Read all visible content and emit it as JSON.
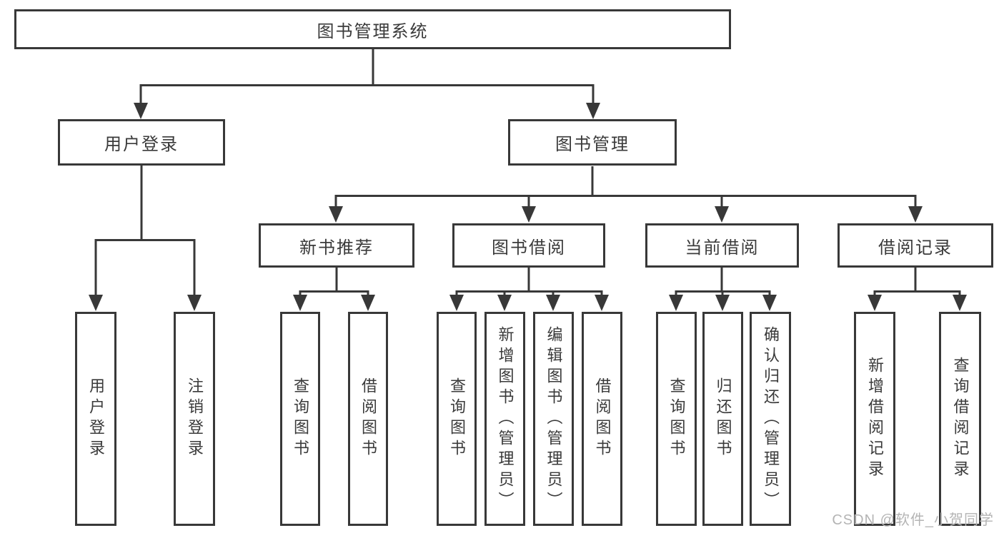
{
  "tree": {
    "root": {
      "label": "图书管理系统"
    },
    "branches": [
      {
        "label": "用户登录",
        "children": [
          "用户登录",
          "注销登录"
        ]
      },
      {
        "label": "图书管理",
        "sections": [
          {
            "label": "新书推荐",
            "children": [
              "查询图书",
              "借阅图书"
            ]
          },
          {
            "label": "图书借阅",
            "children": [
              "查询图书",
              "新增图书（管理员）",
              "编辑图书（管理员）",
              "借阅图书"
            ]
          },
          {
            "label": "当前借阅",
            "children": [
              "查询图书",
              "归还图书",
              "确认归还（管理员）"
            ]
          },
          {
            "label": "借阅记录",
            "children": [
              "新增借阅记录",
              "查询借阅记录"
            ]
          }
        ]
      }
    ]
  },
  "watermark": "CSDN @软件_小贺同学",
  "colors": {
    "line": "#383838",
    "text": "#3a3a3a",
    "background": "#ffffff",
    "watermark": "#b4b4b4"
  }
}
